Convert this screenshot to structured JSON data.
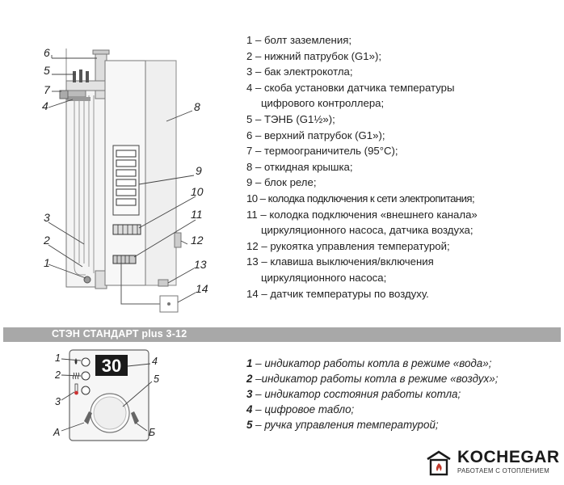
{
  "boiler_callouts": [
    "6",
    "5",
    "7",
    "4",
    "8",
    "9",
    "10",
    "11",
    "3",
    "2",
    "12",
    "1",
    "13",
    "14"
  ],
  "boiler_legend": {
    "items": [
      "1 – болт заземления;",
      "2 – нижний патрубок (G1»);",
      "3 – бак электрокотла;",
      "4 – скоба установки датчика температуры",
      "цифрового контроллера;",
      "5 – ТЭНБ (G1½»);",
      "6 – верхний патрубок (G1»);",
      "7 – термоограничитель (95°С);",
      "8 – откидная крышка;",
      "9 – блок реле;",
      "10 – колодка подключения к сети электропитания;",
      "11 – колодка подключения «внешнего канала»",
      "циркуляционного насоса, датчика воздуха;",
      "12 – рукоятка управления температурой;",
      "13 – клавиша выключения/включения",
      "циркуляционного насоса;",
      "14 – датчик температуры по воздуху."
    ]
  },
  "section_title": "СТЭН СТАНДАРТ plus 3-12",
  "panel": {
    "display_value": "30",
    "callouts": [
      "1",
      "2",
      "3",
      "4",
      "5",
      "А",
      "Б"
    ],
    "icon_names": [
      "water-drop-icon",
      "air-heating-icon",
      "thermometer-icon"
    ]
  },
  "panel_legend": {
    "items": [
      {
        "num": "1",
        "text": " – индикатор работы котла в режиме «вода»;"
      },
      {
        "num": "2",
        "text": " –индикатор работы котла в режиме «воздух»;"
      },
      {
        "num": "3",
        "text": " – индикатор состояния работы  котла;"
      },
      {
        "num": "4",
        "text": " – цифровое табло;"
      },
      {
        "num": "5",
        "text": " – ручка управления температурой;"
      }
    ]
  },
  "brand": {
    "name": "KOCHEGAR",
    "tagline": "РАБОТАЕМ С ОТОПЛЕНИЕМ",
    "color": "#c0392b"
  }
}
